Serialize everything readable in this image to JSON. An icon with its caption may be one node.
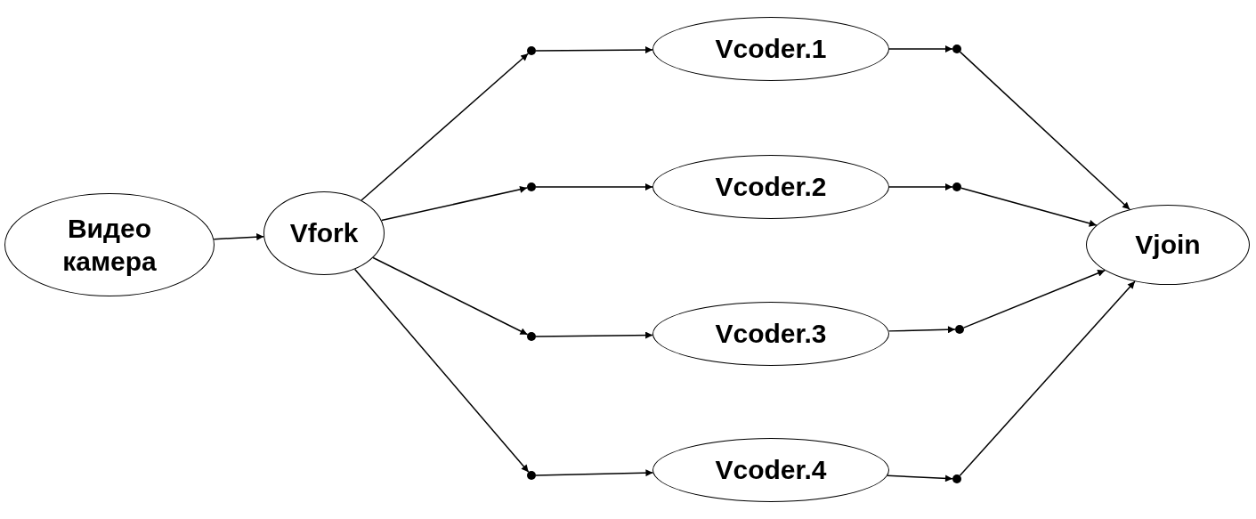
{
  "diagram": {
    "nodes": [
      {
        "text": [
          "Видео камера"
        ]
      },
      {
        "text": [
          "Vfork"
        ]
      },
      {
        "text": [
          "Vcoder.1"
        ]
      },
      {
        "text": [
          "Vcoder.2"
        ]
      },
      {
        "text": [
          "Vcoder.3"
        ]
      },
      {
        "text": [
          "Vcoder.4"
        ]
      },
      {
        "text": [
          "Vjoin"
        ]
      },
      {
        "text": [],
        "shape": "circle"
      },
      {
        "text": [],
        "shape": "circle"
      },
      {
        "text": [],
        "shape": "circle"
      },
      {
        "text": [],
        "shape": "circle"
      },
      {
        "text": [],
        "shape": "circle"
      },
      {
        "text": [],
        "shape": "circle"
      },
      {
        "text": [],
        "shape": "circle"
      },
      {
        "text": [],
        "shape": "circle"
      }
    ],
    "edges": [
      {
        "from": 0,
        "to": 1,
        "arrow": "to"
      },
      {
        "from": 1,
        "to": 7,
        "arrow": "to"
      },
      {
        "from": 1,
        "to": 8,
        "arrow": "to"
      },
      {
        "from": 1,
        "to": 9,
        "arrow": "to"
      },
      {
        "from": 1,
        "to": 10,
        "arrow": "to"
      },
      {
        "from": 7,
        "to": 2,
        "arrow": "to"
      },
      {
        "from": 8,
        "to": 3,
        "arrow": "to"
      },
      {
        "from": 9,
        "to": 4,
        "arrow": "to"
      },
      {
        "from": 10,
        "to": 5,
        "arrow": "to"
      },
      {
        "from": 2,
        "to": 11,
        "arrow": "to"
      },
      {
        "from": 3,
        "to": 12,
        "arrow": "to"
      },
      {
        "from": 4,
        "to": 13,
        "arrow": "to"
      },
      {
        "from": 5,
        "to": 14,
        "arrow": "to"
      },
      {
        "from": 11,
        "to": 6,
        "arrow": "to"
      },
      {
        "from": 12,
        "to": 6,
        "arrow": "to"
      },
      {
        "from": 13,
        "to": 6,
        "arrow": "to"
      },
      {
        "from": 14,
        "to": 6,
        "arrow": "to"
      }
    ]
  }
}
